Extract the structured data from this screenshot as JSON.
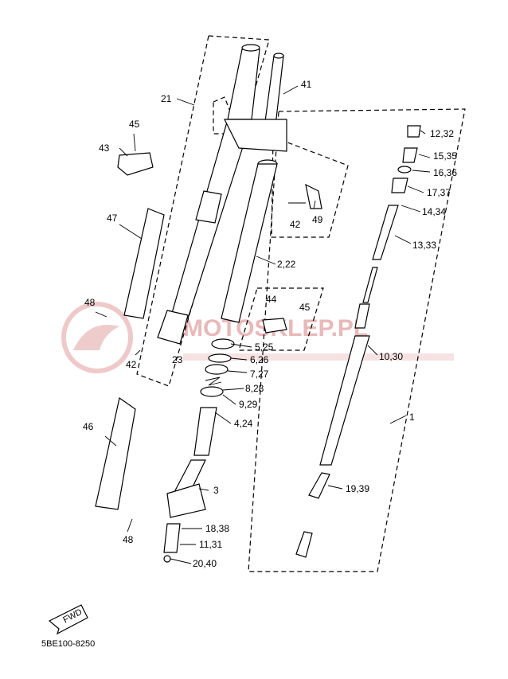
{
  "diagram": {
    "code": "5BE100-8250",
    "fwd_label": "FWD",
    "watermark": "MOTOSKLEP.PL",
    "callouts": [
      {
        "id": "c41",
        "text": "41"
      },
      {
        "id": "c21",
        "text": "21"
      },
      {
        "id": "c45a",
        "text": "45"
      },
      {
        "id": "c43",
        "text": "43"
      },
      {
        "id": "c12",
        "text": "12,32"
      },
      {
        "id": "c15",
        "text": "15,35"
      },
      {
        "id": "c16",
        "text": "16,36"
      },
      {
        "id": "c17",
        "text": "17,37"
      },
      {
        "id": "c14",
        "text": "14,34"
      },
      {
        "id": "c13",
        "text": "13,33"
      },
      {
        "id": "c47",
        "text": "47"
      },
      {
        "id": "c42a",
        "text": "42"
      },
      {
        "id": "c49",
        "text": "49"
      },
      {
        "id": "c2",
        "text": "2,22"
      },
      {
        "id": "c44",
        "text": "44"
      },
      {
        "id": "c45b",
        "text": "45"
      },
      {
        "id": "c48a",
        "text": "48"
      },
      {
        "id": "c42b",
        "text": "42"
      },
      {
        "id": "c23",
        "text": "23"
      },
      {
        "id": "c5",
        "text": "5,25"
      },
      {
        "id": "c10",
        "text": "10,30"
      },
      {
        "id": "c6",
        "text": "6,26"
      },
      {
        "id": "c7",
        "text": "7,27"
      },
      {
        "id": "c8",
        "text": "8,28"
      },
      {
        "id": "c9",
        "text": "9,29"
      },
      {
        "id": "c4",
        "text": "4,24"
      },
      {
        "id": "c1",
        "text": "1"
      },
      {
        "id": "c46",
        "text": "46"
      },
      {
        "id": "c3",
        "text": "3"
      },
      {
        "id": "c19",
        "text": "19,39"
      },
      {
        "id": "c18",
        "text": "18,38"
      },
      {
        "id": "c48b",
        "text": "48"
      },
      {
        "id": "c11",
        "text": "11,31"
      },
      {
        "id": "c20",
        "text": "20,40"
      }
    ]
  }
}
